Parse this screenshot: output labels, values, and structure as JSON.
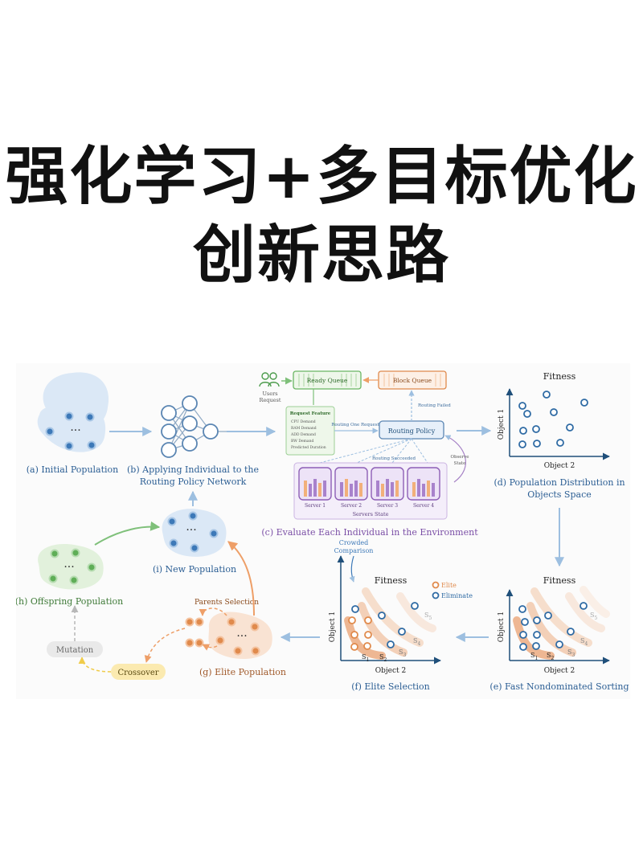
{
  "header": {
    "line1": "强化学习+多目标优化",
    "line2": "创新思路"
  },
  "colors": {
    "blue": "#3d79b8",
    "green": "#5fae57",
    "orange": "#e08a4c",
    "purple": "#8d5fb6",
    "light_blue_bg": "#dbe8f6",
    "light_green_bg": "#e2f1dc",
    "light_orange_bg": "#f9e3d3"
  },
  "diagram": {
    "a": {
      "caption": "(a) Initial Population",
      "dots": "···"
    },
    "b": {
      "caption_line1": "(b) Applying Individual to the",
      "caption_line2": "Routing Policy Network"
    },
    "c": {
      "caption": "(c) Evaluate Each Individual in the Environment",
      "users_label_line1": "Users",
      "users_label_line2": "Request",
      "ready_queue": "Ready Queue",
      "block_queue": "Block Queue",
      "routing_failed": "Routing Failed",
      "request_feature_title": "Request Feature",
      "request_feature_items": [
        "CPU Demand",
        "RAM Demand",
        "ADD Demand",
        "BW Demand",
        "Predicted Duration"
      ],
      "routing_one_request": "Routing One Request",
      "routing_policy": "Routing Policy",
      "routing_succeeded": "Routing Succeeded",
      "observe_state_line1": "Observe",
      "observe_state_line2": "State",
      "servers": [
        "Server 1",
        "Server 2",
        "Server 3",
        "Server 4"
      ],
      "servers_state": "Servers State"
    },
    "d": {
      "title": "Fitness",
      "caption_line1": "(d) Population Distribution in",
      "caption_line2": "Objects Space",
      "y_axis": "Object 1",
      "x_axis": "Object 2"
    },
    "e": {
      "title": "Fitness",
      "caption": "(e) Fast Nondominated Sorting",
      "y_axis": "Object 1",
      "x_axis": "Object 2",
      "fronts": [
        "S",
        "S",
        "S",
        "S",
        "S"
      ],
      "front_subscripts": [
        "1",
        "2",
        "3",
        "4",
        "5"
      ]
    },
    "f": {
      "title": "Fitness",
      "caption": "(f) Elite Selection",
      "y_axis": "Object 1",
      "x_axis": "Object 2",
      "crowded_line1": "Crowded",
      "crowded_line2": "Comparison",
      "legend_elite": "Elite",
      "legend_eliminate": "Eliminate",
      "fronts": [
        "S",
        "S",
        "S",
        "S",
        "S"
      ],
      "front_subscripts": [
        "1",
        "2",
        "3",
        "4",
        "5"
      ]
    },
    "g": {
      "caption": "(g) Elite Population",
      "parents_selection": "Parents Selection",
      "dots": "···"
    },
    "h": {
      "caption": "(h) Offspring Population",
      "dots": "···"
    },
    "i": {
      "caption": "(i) New Population",
      "dots": "···"
    },
    "mutation": "Mutation",
    "crossover": "Crossover"
  }
}
